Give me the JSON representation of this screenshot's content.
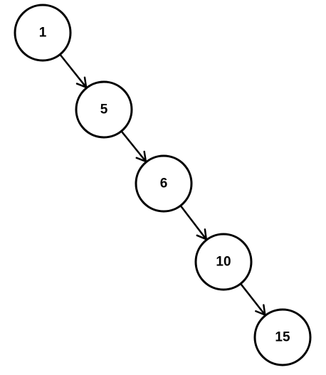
{
  "diagram": {
    "type": "linked-list-tree",
    "nodes": [
      {
        "id": "n1",
        "label": "1"
      },
      {
        "id": "n5",
        "label": "5"
      },
      {
        "id": "n6",
        "label": "6"
      },
      {
        "id": "n10",
        "label": "10"
      },
      {
        "id": "n15",
        "label": "15"
      }
    ],
    "edges": [
      {
        "from": "n1",
        "to": "n5"
      },
      {
        "from": "n5",
        "to": "n6"
      },
      {
        "from": "n6",
        "to": "n10"
      },
      {
        "from": "n10",
        "to": "n15"
      }
    ],
    "colors": {
      "stroke": "#000000",
      "fill": "#ffffff",
      "text": "#000000"
    }
  }
}
